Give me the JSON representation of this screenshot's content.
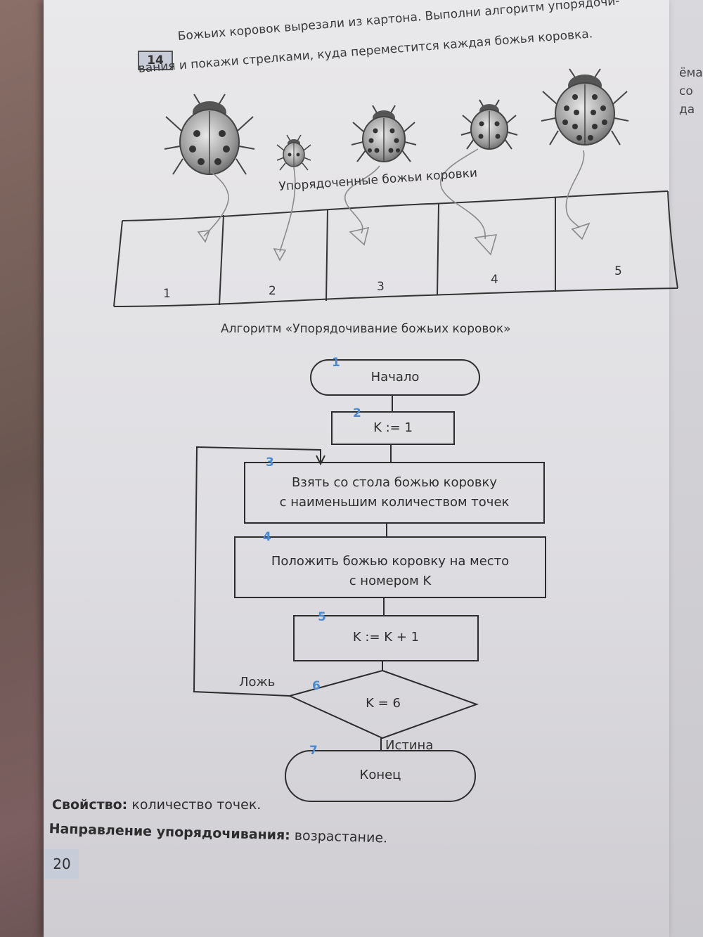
{
  "task": {
    "number": "14",
    "line1": "Божьих коровок вырезали из картона. Выполни алгоритм упорядочи-",
    "line2": "вания и покажи стрелками, куда переместится каждая божья коровка."
  },
  "ordering_box": {
    "title": "Упорядоченные божьи коровки",
    "cells": [
      "1",
      "2",
      "3",
      "4",
      "5"
    ]
  },
  "algorithm": {
    "title": "Алгоритм «Упорядочивание божьих коровок»",
    "blocks": [
      {
        "num": "1",
        "text": "Начало"
      },
      {
        "num": "2",
        "text": "K := 1"
      },
      {
        "num": "3",
        "line1": "Взять со стола божью коровку",
        "line2": "с наименьшим количеством точек"
      },
      {
        "num": "4",
        "line1": "Положить божью коровку на место",
        "line2": "с номером K"
      },
      {
        "num": "5",
        "text": "K := K + 1"
      },
      {
        "num": "6",
        "text": "K = 6"
      },
      {
        "num": "7",
        "text": "Конец"
      }
    ],
    "false_label": "Ложь",
    "true_label": "Истина"
  },
  "footer": {
    "property_label": "Свойство:",
    "property_value": "количество точек.",
    "direction_label": "Направление упорядочивания:",
    "direction_value": "возрастание.",
    "page_number": "20"
  },
  "next_page_fragments": [
    "ёма",
    "со",
    "да"
  ],
  "colors": {
    "block_number": "#4a8ad0",
    "page_number_box": "#c7ccd9"
  }
}
